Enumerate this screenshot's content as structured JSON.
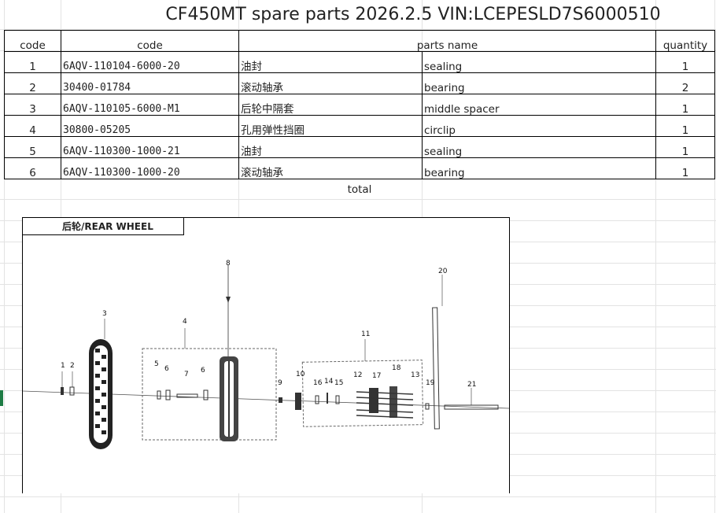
{
  "title": "CF450MT spare parts 2026.2.5 VIN:LCEPESLD7S6000510",
  "headers": {
    "no": "code",
    "code": "code",
    "name": "parts name",
    "qty": "quantity"
  },
  "rows": [
    {
      "no": "1",
      "code": "6AQV-110104-6000-20",
      "cn": "油封",
      "en": "sealing",
      "qty": "1"
    },
    {
      "no": "2",
      "code": "30400-01784",
      "cn": "滚动轴承",
      "en": "bearing",
      "qty": "2"
    },
    {
      "no": "3",
      "code": "6AQV-110105-6000-M1",
      "cn": "后轮中隔套",
      "en": "middle spacer",
      "qty": "1"
    },
    {
      "no": "4",
      "code": "30800-05205",
      "cn": "孔用弹性挡圈",
      "en": "circlip",
      "qty": "1"
    },
    {
      "no": "5",
      "code": "6AQV-110300-1000-21",
      "cn": "油封",
      "en": "sealing",
      "qty": "1"
    },
    {
      "no": "6",
      "code": "6AQV-110300-1000-20",
      "cn": "滚动轴承",
      "en": "bearing",
      "qty": "1"
    }
  ],
  "total_label": "total",
  "drawing": {
    "caption": "后轮/REAR WHEEL",
    "callouts": [
      "1",
      "2",
      "3",
      "4",
      "5",
      "6",
      "7",
      "6",
      "8",
      "9",
      "10",
      "11",
      "12",
      "13",
      "14",
      "15",
      "16",
      "17",
      "18",
      "19",
      "20",
      "21"
    ]
  }
}
